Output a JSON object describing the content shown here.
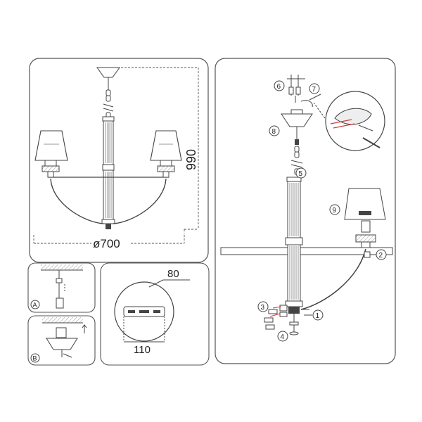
{
  "dimensions": {
    "height": "990",
    "diameter": "ø700",
    "plate_height": "80",
    "plate_width": "110"
  },
  "detail_labels": {
    "a": "A",
    "b": "B"
  },
  "steps": [
    "1",
    "2",
    "3",
    "4",
    "5",
    "6",
    "7",
    "8",
    "9"
  ],
  "colors": {
    "line": "#4a4a4a",
    "red_wire": "#d33b3b",
    "panel_border": "#555555"
  }
}
